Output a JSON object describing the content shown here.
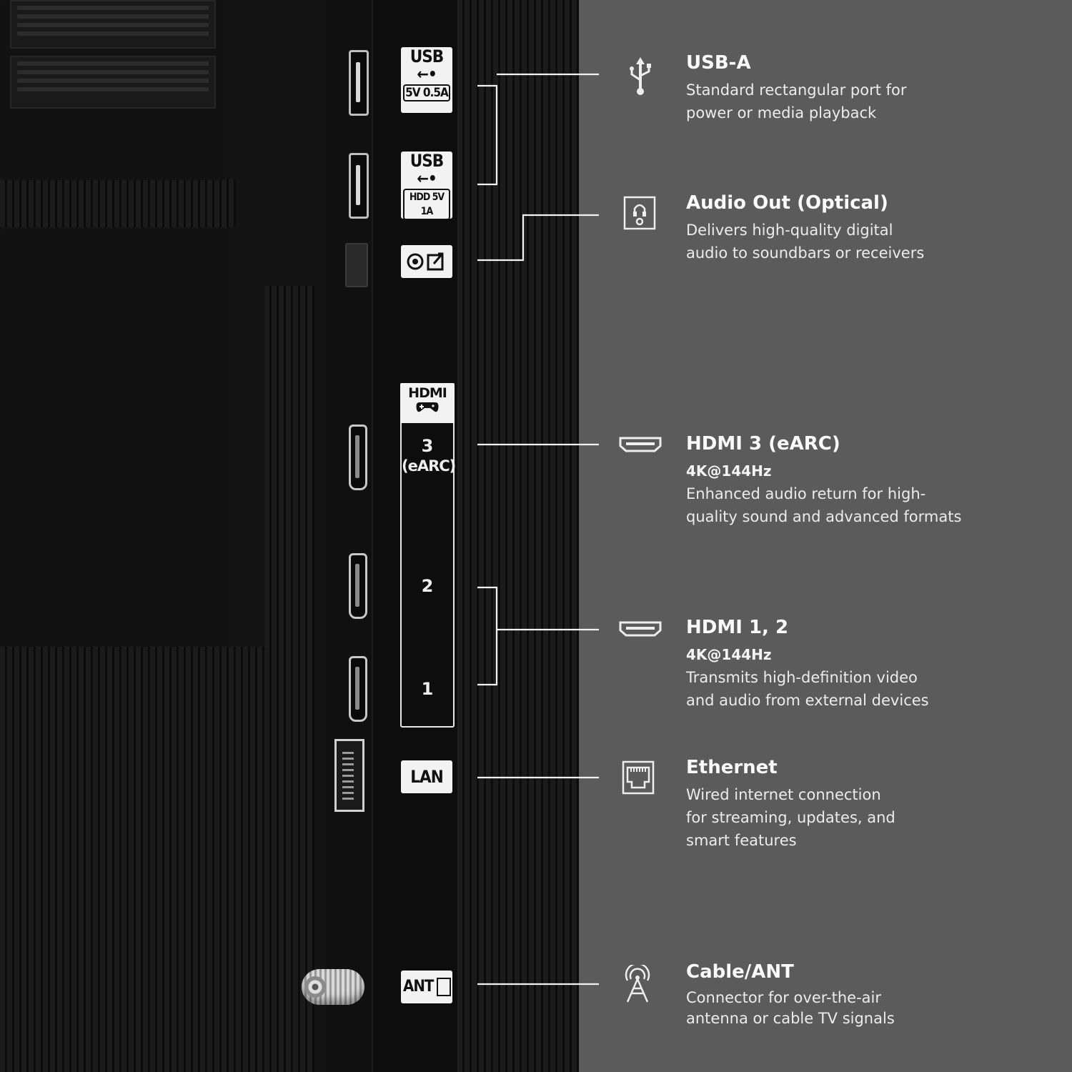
{
  "panel_labels": {
    "usb1": {
      "top": "USB",
      "bottom": "5V 0.5A"
    },
    "usb2": {
      "top": "USB",
      "bottom": "HDD 5V 1A"
    },
    "hdmi_header": "HDMI",
    "hdmi3": {
      "line1": "3",
      "line2": "(eARC)"
    },
    "hdmi2": "2",
    "hdmi1": "1",
    "lan": "LAN",
    "ant": "ANT"
  },
  "features": [
    {
      "icon": "usb-icon",
      "title": "USB-A",
      "spec": "",
      "description": [
        "Standard rectangular port for",
        "power or media playback"
      ]
    },
    {
      "icon": "optical-audio-icon",
      "title": "Audio Out (Optical)",
      "spec": "",
      "description": [
        "Delivers high-quality digital",
        "audio to soundbars or receivers"
      ]
    },
    {
      "icon": "hdmi-icon",
      "title": "HDMI 3 (eARC)",
      "spec": "4K@144Hz",
      "description": [
        "Enhanced audio return for high-",
        "quality sound and advanced formats"
      ]
    },
    {
      "icon": "hdmi-icon",
      "title": "HDMI 1, 2",
      "spec": "4K@144Hz",
      "description": [
        "Transmits high-definition video",
        "and audio from external devices"
      ]
    },
    {
      "icon": "ethernet-icon",
      "title": "Ethernet",
      "spec": "",
      "description": [
        "Wired internet connection",
        "for streaming, updates, and",
        "smart features"
      ]
    },
    {
      "icon": "antenna-icon",
      "title": "Cable/ANT",
      "spec": "",
      "description": [
        "Connector for over-the-air",
        "antenna or cable TV signals"
      ]
    }
  ]
}
